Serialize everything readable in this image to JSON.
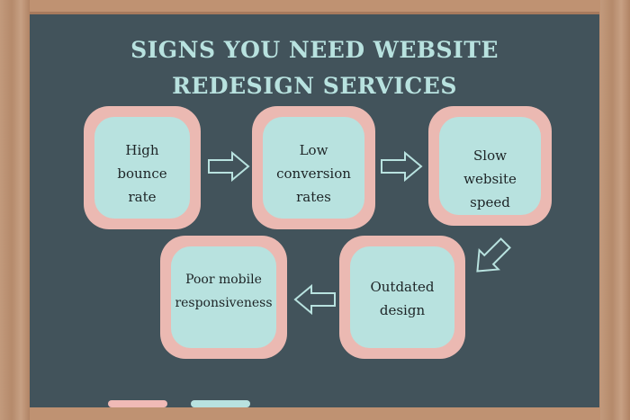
{
  "title_line1": "SIGNS YOU NEED WEBSITE",
  "title_line2": "REDESIGN SERVICES",
  "steps": [
    {
      "label": "High bounce rate"
    },
    {
      "label": "Low conversion rates"
    },
    {
      "label": "Slow website speed"
    },
    {
      "label": "Outdated design"
    },
    {
      "label": "Poor mobile responsiveness"
    }
  ],
  "colors": {
    "board": "#42535b",
    "box_outer": "#ebb9b2",
    "box_inner": "#b8e2df",
    "frame": "#bf9272"
  }
}
